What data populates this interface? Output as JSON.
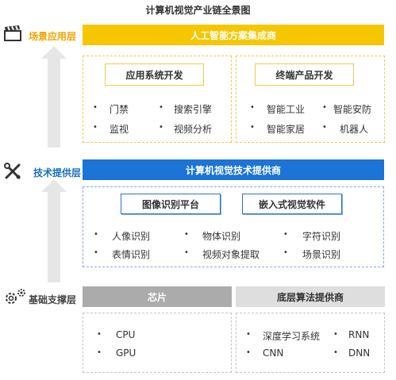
{
  "title": "计算机视觉产业链全景图",
  "layers": {
    "scene": {
      "label": "场景应用层",
      "bar": "人工智能方案集成商",
      "left_box": "应用系统开发",
      "right_box": "终端产品开发",
      "left_items": [
        "门禁",
        "搜索引擎",
        "监视",
        "视频分析"
      ],
      "right_items": [
        "智能工业",
        "智能安防",
        "智能家居",
        "机器人"
      ]
    },
    "tech": {
      "label": "技术提供层",
      "bar": "计算机视觉技术提供商",
      "left_box": "图像识别平台",
      "right_box": "嵌入式视觉软件",
      "items": [
        "人像识别",
        "物体识别",
        "字符识别",
        "表情识别",
        "视频对象提取",
        "场景识别"
      ]
    },
    "base": {
      "label": "基础支撑层",
      "left_bar": "芯片",
      "right_bar": "底层算法提供商",
      "left_items": [
        "CPU",
        "GPU"
      ],
      "right_items": [
        "深度学习系统",
        "RNN",
        "CNN",
        "DNN"
      ]
    }
  },
  "icons": [
    "clapperboard-icon",
    "tools-icon",
    "gears-icon"
  ],
  "colors": {
    "gold": "#f6c600",
    "blue": "#1b74d6",
    "gray": "#ababab",
    "light_gray": "#dedede"
  }
}
